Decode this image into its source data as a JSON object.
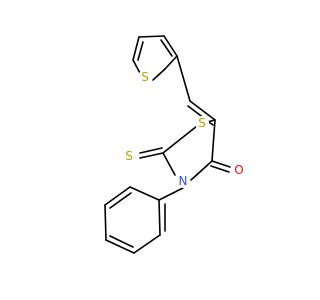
{
  "molecule": {
    "atoms": {
      "thiophene_s": {
        "label": "S"
      },
      "ring_s": {
        "label": "S"
      },
      "thione_s": {
        "label": "S"
      },
      "nitrogen": {
        "label": "N"
      },
      "oxygen": {
        "label": "O"
      }
    }
  },
  "colors": {
    "sulfur": "#b8a200",
    "nitrogen": "#3050f8",
    "oxygen": "#ff0d0d",
    "bond": "#000000",
    "background": "#ffffff"
  }
}
